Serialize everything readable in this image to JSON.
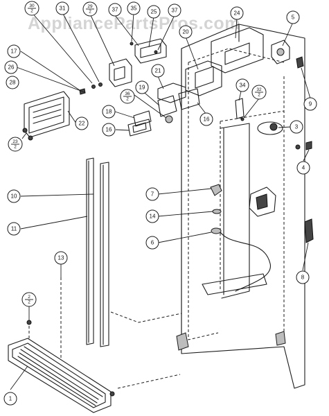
{
  "watermark": "AppliancePartsPros.com",
  "callouts": [
    {
      "id": "c1",
      "label": "1"
    },
    {
      "id": "c2",
      "label": "2",
      "sub": "2"
    },
    {
      "id": "c3",
      "label": "3"
    },
    {
      "id": "c4",
      "label": "4"
    },
    {
      "id": "c5",
      "label": "5"
    },
    {
      "id": "c6",
      "label": "6"
    },
    {
      "id": "c7",
      "label": "7"
    },
    {
      "id": "c8",
      "label": "8"
    },
    {
      "id": "c9",
      "label": "9"
    },
    {
      "id": "c10",
      "label": "10"
    },
    {
      "id": "c11",
      "label": "11"
    },
    {
      "id": "c13",
      "label": "13"
    },
    {
      "id": "c14",
      "label": "14"
    },
    {
      "id": "c16a",
      "label": "16"
    },
    {
      "id": "c16b",
      "label": "16"
    },
    {
      "id": "c17",
      "label": "17"
    },
    {
      "id": "c18",
      "label": "18"
    },
    {
      "id": "c19",
      "label": "19"
    },
    {
      "id": "c20",
      "label": "20"
    },
    {
      "id": "c21",
      "label": "21"
    },
    {
      "id": "c22",
      "label": "22"
    },
    {
      "id": "c23",
      "label": "23",
      "sub": "2"
    },
    {
      "id": "c24",
      "label": "24"
    },
    {
      "id": "c25",
      "label": "25"
    },
    {
      "id": "c26",
      "label": "26"
    },
    {
      "id": "c28",
      "label": "28"
    },
    {
      "id": "c29",
      "label": "29",
      "sub": "2"
    },
    {
      "id": "c30",
      "label": "30",
      "sub": "2"
    },
    {
      "id": "c31",
      "label": "31"
    },
    {
      "id": "c32",
      "label": "32",
      "sub": "2"
    },
    {
      "id": "c34",
      "label": "34"
    },
    {
      "id": "c35",
      "label": "35"
    },
    {
      "id": "c36",
      "label": "36",
      "sub": "2"
    },
    {
      "id": "c37a",
      "label": "37"
    },
    {
      "id": "c37b",
      "label": "37"
    }
  ]
}
